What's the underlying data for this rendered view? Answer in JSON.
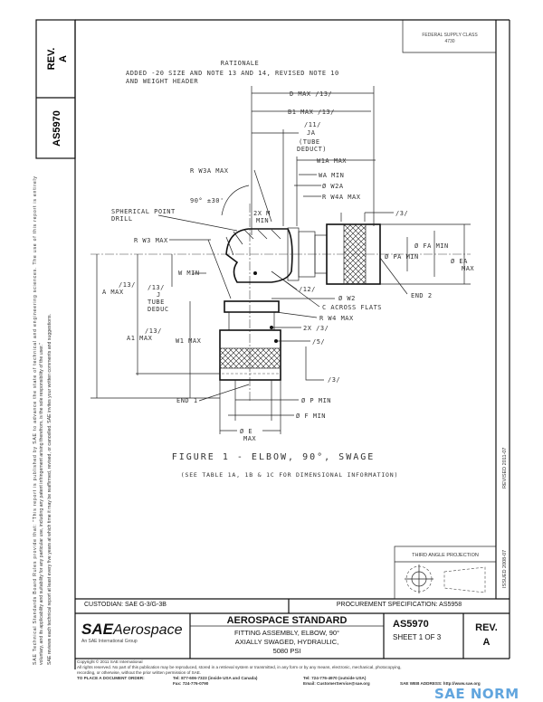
{
  "side_block": {
    "doc_number": "AS5970",
    "rev_label": "REV.",
    "rev_value": "A"
  },
  "supply_class": {
    "line1": "FEDERAL SUPPLY CLASS",
    "line2": "4730"
  },
  "left_notice": {
    "line1": "SAE Technical Standards Board Rules provide that: \"This report is published by SAE to advance the state of technical and engineering sciences. The use of this report is entirely",
    "line2": "voluntary, and its applicability and suitability for any particular use, including any patent infringement arising therefrom, is the sole responsibility of the user.\"",
    "line3": "SAE reviews each technical report at least every five years at which time it may be reaffirmed, revised, or cancelled. SAE invites your written comments and suggestions."
  },
  "dates": {
    "issued": "ISSUED 2008-07",
    "revised": "REVISED 2011-07"
  },
  "rationale": {
    "title": "RATIONALE",
    "line1": "ADDED -20 SIZE AND NOTE 13 AND 14, REVISED NOTE 10",
    "line2": "AND WEIGHT HEADER"
  },
  "drawing": {
    "labels": {
      "d_max": "D MAX /13/",
      "b1_max": "B1 MAX /13/",
      "note11": "/11/",
      "ja": "JA",
      "tube_deduct_a": "(TUBE",
      "tube_deduct_b": "DEDUCT)",
      "w1a_max": "W1A MAX",
      "wa_min": "WA MIN",
      "w2a": "Ø W2A",
      "r_w4a_max": "R W4A MAX",
      "r_w3a_max": "R W3A MAX",
      "angle": "90° ±30'",
      "spherical_a": "SPHERICAL POINT",
      "spherical_b": "DRILL",
      "m_min_a": "2X M",
      "m_min_b": "MIN",
      "note3_top": "/3/",
      "r_w3_max": "R W3 MAX",
      "fa_min": "Ø FA MIN",
      "pa_min": "Ø PA MIN",
      "ea_a": "Ø EA",
      "ea_b": "MAX",
      "a_note": "/13/",
      "a_max": "A MAX",
      "j_note": "/13/",
      "j": "J",
      "j_tube": "TUBE",
      "j_deduc": "DEDUC",
      "w_min": "W MIN",
      "note12": "/12/",
      "w2": "Ø W2",
      "end2": "END 2",
      "c_flats": "C ACROSS FLATS",
      "r_w4_max": "R W4 MAX",
      "note3_2x": "2X /3/",
      "note5": "/5/",
      "a1_note": "/13/",
      "a1_max": "A1 MAX",
      "w1_max": "W1 MAX",
      "note3_low": "/3/",
      "end1": "END 1",
      "p_min": "Ø P MIN",
      "f_min": "Ø F MIN",
      "e_a": "Ø E",
      "e_b": "MAX"
    },
    "figure_title": "FIGURE 1 - ELBOW, 90°, SWAGE",
    "figure_note": "(SEE TABLE 1A, 1B & 1C FOR DIMENSIONAL INFORMATION)"
  },
  "projection": {
    "label": "THIRD ANGLE PROJECTION"
  },
  "custodian": "CUSTODIAN: SAE G-3/G-3B",
  "procurement": "PROCUREMENT SPECIFICATION: AS5958",
  "title_block": {
    "logo_sae": "SAE",
    "logo_aerospace": "Aerospace",
    "logo_tagline": "An SAE International Group",
    "heading": "AEROSPACE STANDARD",
    "title_line1": "FITTING ASSEMBLY, ELBOW, 90°",
    "title_line2": "AXIALLY SWAGED, HYDRAULIC,",
    "title_line3": "5080 PSI",
    "doc_number": "AS5970",
    "sheet": "SHEET 1 OF 3",
    "rev_label": "REV.",
    "rev_value": "A"
  },
  "footer": {
    "copyright": "Copyright © 2011 SAE International",
    "rights": "All rights reserved. No part of this publication may be reproduced, stored in a retrieval system or transmitted, in any form or by any means, electronic, mechanical, photocopying,",
    "rights2": "recording, or otherwise, without the prior written permission of SAE.",
    "order_label": "TO PLACE A DOCUMENT ORDER:",
    "tel_us": "Tel: 877-606-7323 (inside USA and Canada)",
    "fax": "Fax: 724-776-0790",
    "tel_intl": "Tel: 724-776-4970 (outside USA)",
    "email": "Email: CustomerService@sae.org",
    "web": "SAE WEB ADDRESS: http://www.sae.org",
    "watermark": "SAE NORM"
  },
  "colors": {
    "watermark": "#3a8fd6",
    "line": "#222222"
  }
}
